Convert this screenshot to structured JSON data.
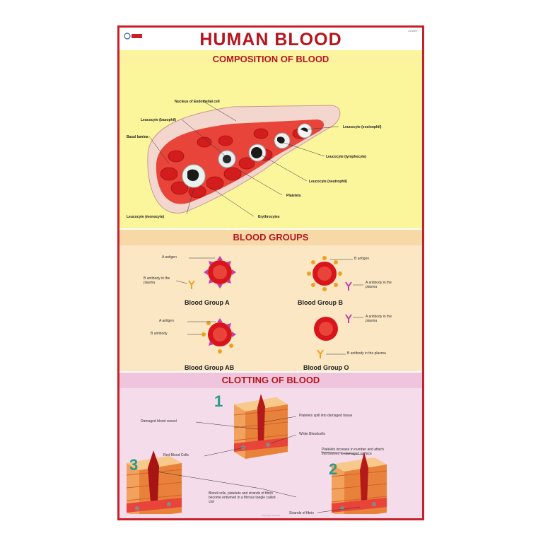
{
  "poster": {
    "title": "HUMAN BLOOD",
    "corner_code": "CHART",
    "logo_icon": "publisher-logo-icon"
  },
  "composition": {
    "title": "COMPOSITION OF BLOOD",
    "labels": {
      "nucleus": "Nucleus of Endothelial cell",
      "basophil": "Leucocyte (basophil)",
      "basal_lamina": "Basal lamina",
      "eosinophil": "Leucocyte (eosinophil)",
      "lymphocyte": "Leucocyte (lymphocyte)",
      "neutrophil": "Leucocyte (neutrophil)",
      "platelets": "Platelets",
      "erythrocytes": "Erythrocytes",
      "monocyte": "Leucocyte (monocyte)"
    }
  },
  "blood_groups": {
    "title": "BLOOD GROUPS",
    "groups": {
      "a": {
        "name": "Blood Group A",
        "antigen": "A antigen",
        "antibody": "B antibody in the plasma"
      },
      "b": {
        "name": "Blood Group B",
        "antigen": "B antigen",
        "antibody": "A antibody in the plasma"
      },
      "ab": {
        "name": "Blood Group AB",
        "antigen": "A antigen",
        "antigen2": "B antibody"
      },
      "o": {
        "name": "Blood Group O",
        "antibody": "A antibody in the plasma",
        "antibody2": "B antibody in the plasma"
      }
    },
    "colors": {
      "cell": "#d8141c",
      "a_marker": "#c23fa8",
      "b_marker": "#f0a020"
    }
  },
  "clotting": {
    "title": "CLOTTING OF BLOOD",
    "steps": {
      "s1": {
        "num": "1",
        "damaged_vessel": "Damaged blood vessel",
        "platelets_spill": "Platelets spill into damaged tissue",
        "white_cells": "White Bloodcells",
        "red_cells": "Red Blood Cells"
      },
      "s2": {
        "num": "2",
        "platelets_note": "Platelets increase in number and attach themselves to damaged surface",
        "fibrin": "Strands of fibrin"
      },
      "s3": {
        "num": "3",
        "clot_note": "Blood cells, platelets and strands of fibrin become entwined in a fibrous tangle called clot"
      }
    }
  },
  "footer": {
    "text": "Copyright reserved"
  }
}
